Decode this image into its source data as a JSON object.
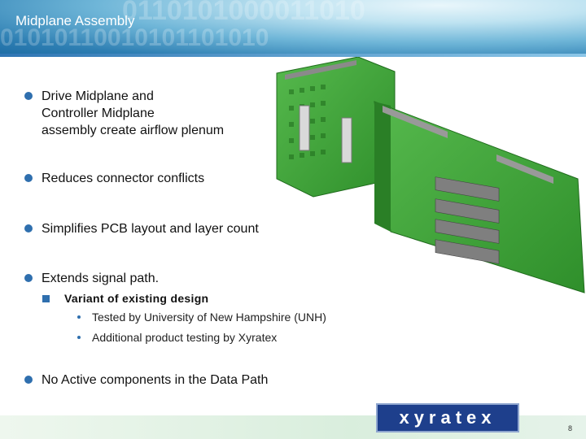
{
  "header": {
    "title": "Midplane Assembly"
  },
  "bullets": [
    {
      "lines": [
        "Drive Midplane and",
        "Controller Midplane",
        "assembly create airflow plenum"
      ]
    },
    {
      "text": "Reduces connector conflicts"
    },
    {
      "text": "Simplifies PCB layout and layer count"
    },
    {
      "text": "Extends signal path.",
      "sub": {
        "text": "Variant of existing design",
        "items": [
          "Tested by University of New Hampshire (UNH)",
          "Additional product testing by Xyratex"
        ]
      }
    },
    {
      "text": "No Active components in the Data Path"
    }
  ],
  "footer": {
    "logo": "xyratex",
    "page_number": "8"
  },
  "colors": {
    "header_blue": "#2e7fb3",
    "bullet_blue": "#2f6fae",
    "logo_navy": "#1e3f8c",
    "pcb_green": "#3fa53a"
  }
}
